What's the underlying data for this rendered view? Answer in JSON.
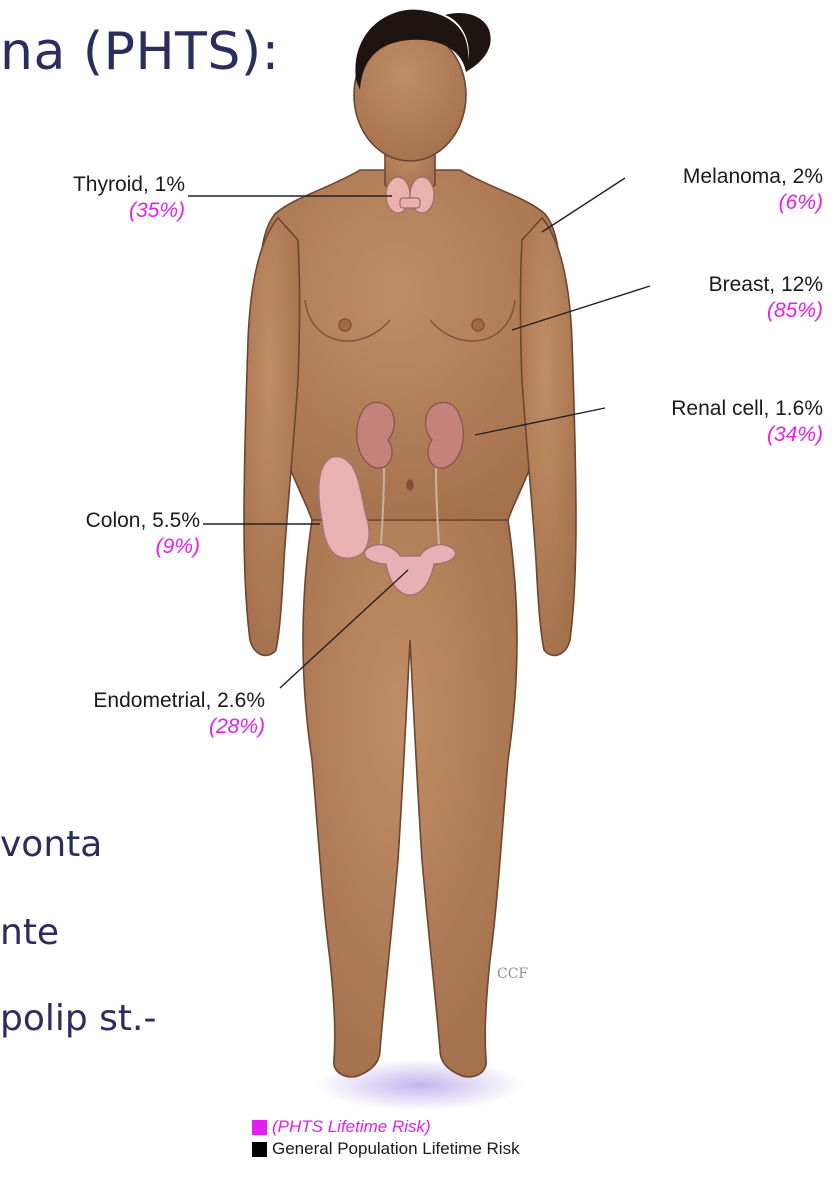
{
  "slide": {
    "title_fragment": "na (PHTS):",
    "bullet_fragments": [
      "vonta",
      "nte",
      "polip st.-"
    ]
  },
  "figure": {
    "labels": [
      {
        "organ": "Thyroid, 1%",
        "phts": "(35%)"
      },
      {
        "organ": "Melanoma, 2%",
        "phts": "(6%)"
      },
      {
        "organ": "Breast, 12%",
        "phts": "(85%)"
      },
      {
        "organ": "Renal cell, 1.6%",
        "phts": "(34%)"
      },
      {
        "organ": "Colon, 5.5%",
        "phts": "(9%)"
      },
      {
        "organ": "Endometrial, 2.6%",
        "phts": "(28%)"
      }
    ],
    "watermark": "CCF"
  },
  "legend": {
    "phts": "(PHTS Lifetime Risk)",
    "general": "General Population Lifetime Risk"
  },
  "colors": {
    "text_dark": "#2b2d5c",
    "phts_magenta": "#e41ef0",
    "skin": "#b5825c",
    "organ_pink": "#e6a9a9"
  }
}
